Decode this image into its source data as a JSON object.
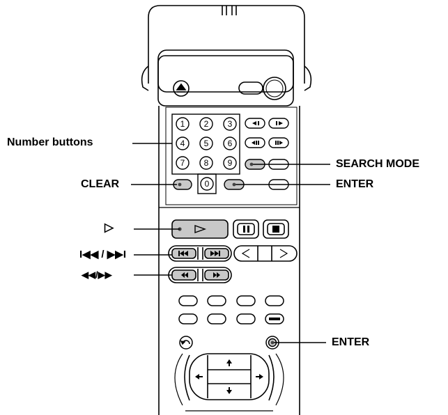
{
  "labels": {
    "number_buttons": "Number buttons",
    "clear": "CLEAR",
    "play_symbol": "▷",
    "skip_symbol": "I◀◀ / ▶▶I",
    "scan_symbol": "◀◀/▶▶",
    "search_mode": "SEARCH MODE",
    "enter_top": "ENTER",
    "enter_bottom": "ENTER"
  },
  "number_keys": [
    "1",
    "2",
    "3",
    "4",
    "5",
    "6",
    "7",
    "8",
    "9",
    "0"
  ],
  "colors": {
    "ink": "#000000",
    "panel": "#ffffff",
    "highlight": "#c8c8c8"
  }
}
